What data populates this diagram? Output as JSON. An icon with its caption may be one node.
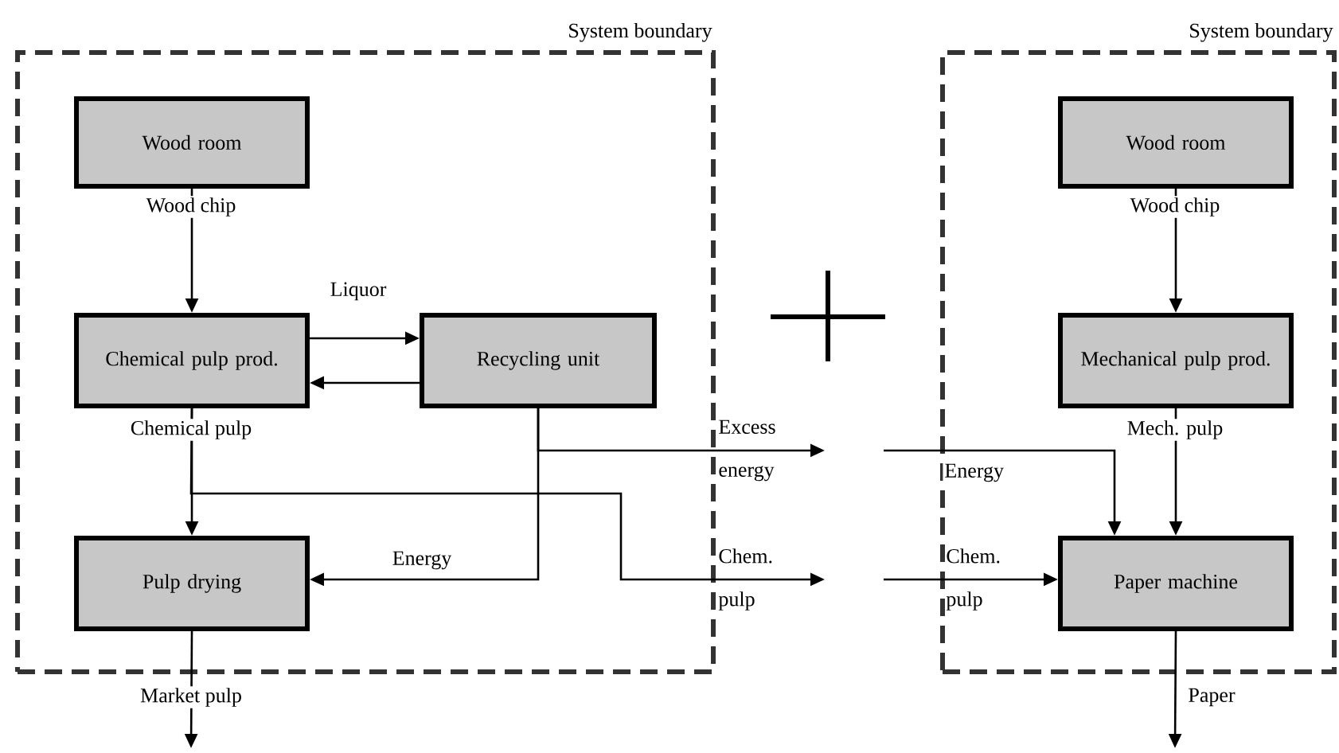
{
  "diagram": {
    "nodes": [
      {
        "text": [
          "System boundary"
        ]
      },
      {
        "text": [
          "Wood room"
        ],
        "in": 0
      },
      {
        "text": [
          "Chemical pulp prod."
        ],
        "in": 0
      },
      {
        "text": [
          "Recycling unit"
        ],
        "in": 0
      },
      {
        "text": [
          "Pulp drying"
        ],
        "in": 0
      },
      {
        "text": [
          "System boundary"
        ]
      },
      {
        "text": [
          "Wood room"
        ],
        "in": 5
      },
      {
        "text": [
          "Mechanical pulp prod."
        ],
        "in": 5
      },
      {
        "text": [
          "Paper machine"
        ],
        "in": 5
      }
    ],
    "edges": [
      {
        "from": 1,
        "to": 2,
        "arrow": "to",
        "label": "Wood chip"
      },
      {
        "from": 2,
        "to": 3,
        "arrow": "to",
        "label": "Liquor"
      },
      {
        "from": 3,
        "to": 2,
        "arrow": "to"
      },
      {
        "from": 2,
        "to": 4,
        "arrow": "to",
        "label": "Chemical pulp"
      },
      {
        "from": 3,
        "to": 4,
        "arrow": "to",
        "label": "Energy"
      },
      {
        "from": 3,
        "to": null,
        "arrow": "to",
        "label": "Excess energy"
      },
      {
        "from": 2,
        "to": null,
        "arrow": "to",
        "label": "Chem. pulp"
      },
      {
        "from": 4,
        "to": null,
        "arrow": "to",
        "label": "Market pulp"
      },
      {
        "from": 6,
        "to": 7,
        "arrow": "to",
        "label": "Wood chip"
      },
      {
        "from": 7,
        "to": 8,
        "arrow": "to",
        "label": "Mech. pulp"
      },
      {
        "from": null,
        "to": 8,
        "arrow": "to",
        "label": "Energy"
      },
      {
        "from": null,
        "to": 8,
        "arrow": "to",
        "label": "Chem. pulp"
      },
      {
        "from": 8,
        "to": null,
        "arrow": "to",
        "label": "Paper"
      }
    ]
  }
}
